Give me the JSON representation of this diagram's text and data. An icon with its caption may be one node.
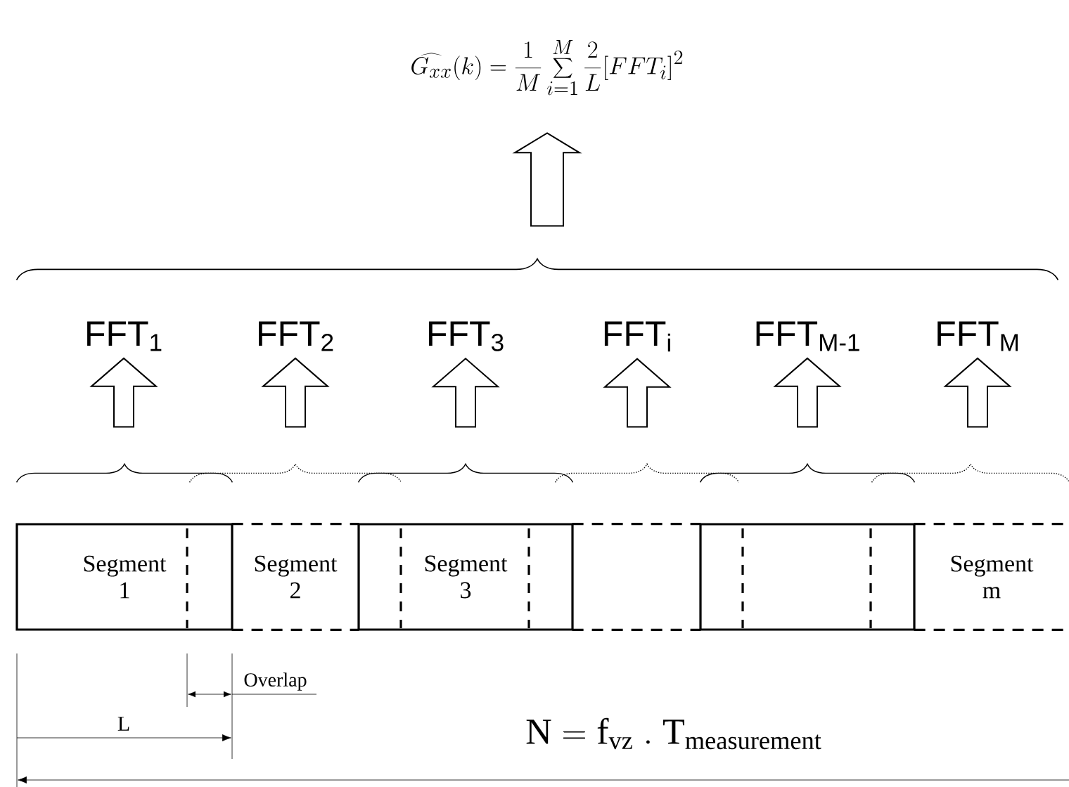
{
  "diagram": {
    "nodes": [
      {
        "text": [
          "\\widehat{G_{xx}}(k)=\\frac{1}{M}\\sum_{i=1}^{M}\\frac{2}{L}[FFT_i]^2"
        ]
      },
      {
        "text": [],
        "shape": "brace"
      },
      {
        "text": [
          "FFT$_{1}$"
        ]
      },
      {
        "text": [
          "FFT$_{2}$"
        ]
      },
      {
        "text": [
          "FFT$_{3}$"
        ]
      },
      {
        "text": [
          "FFT$_{i}$"
        ]
      },
      {
        "text": [
          "FFT$_{M-1}$"
        ]
      },
      {
        "text": [
          "FFT$_{M}$"
        ]
      },
      {
        "text": [],
        "shape": "brace"
      },
      {
        "text": [],
        "shape": "brace"
      },
      {
        "text": [],
        "shape": "brace"
      },
      {
        "text": [],
        "shape": "brace"
      },
      {
        "text": [],
        "shape": "brace"
      },
      {
        "text": [],
        "shape": "brace"
      },
      {
        "text": [
          "Segment 1"
        ]
      },
      {
        "text": [
          "Segment 2"
        ]
      },
      {
        "text": [
          "Segment 3"
        ]
      },
      {
        "text": [],
        "shape": "box"
      },
      {
        "text": [],
        "shape": "box"
      },
      {
        "text": [
          "Segment m"
        ]
      }
    ],
    "edges": [
      {
        "from": 1,
        "to": 0,
        "arrow": "to"
      },
      {
        "from": 8,
        "to": 2,
        "arrow": "to"
      },
      {
        "from": 9,
        "to": 3,
        "arrow": "to"
      },
      {
        "from": 10,
        "to": 4,
        "arrow": "to"
      },
      {
        "from": 11,
        "to": 5,
        "arrow": "to"
      },
      {
        "from": 12,
        "to": 6,
        "arrow": "to"
      },
      {
        "from": 13,
        "to": 7,
        "arrow": "to"
      }
    ],
    "labels": [
      "Overlap",
      "L",
      "\\mathrm{N}=\\mathrm{f}_{\\mathrm{vz}}\\;.\\;\\mathrm{T}_{\\mathrm{measurement}}"
    ]
  }
}
